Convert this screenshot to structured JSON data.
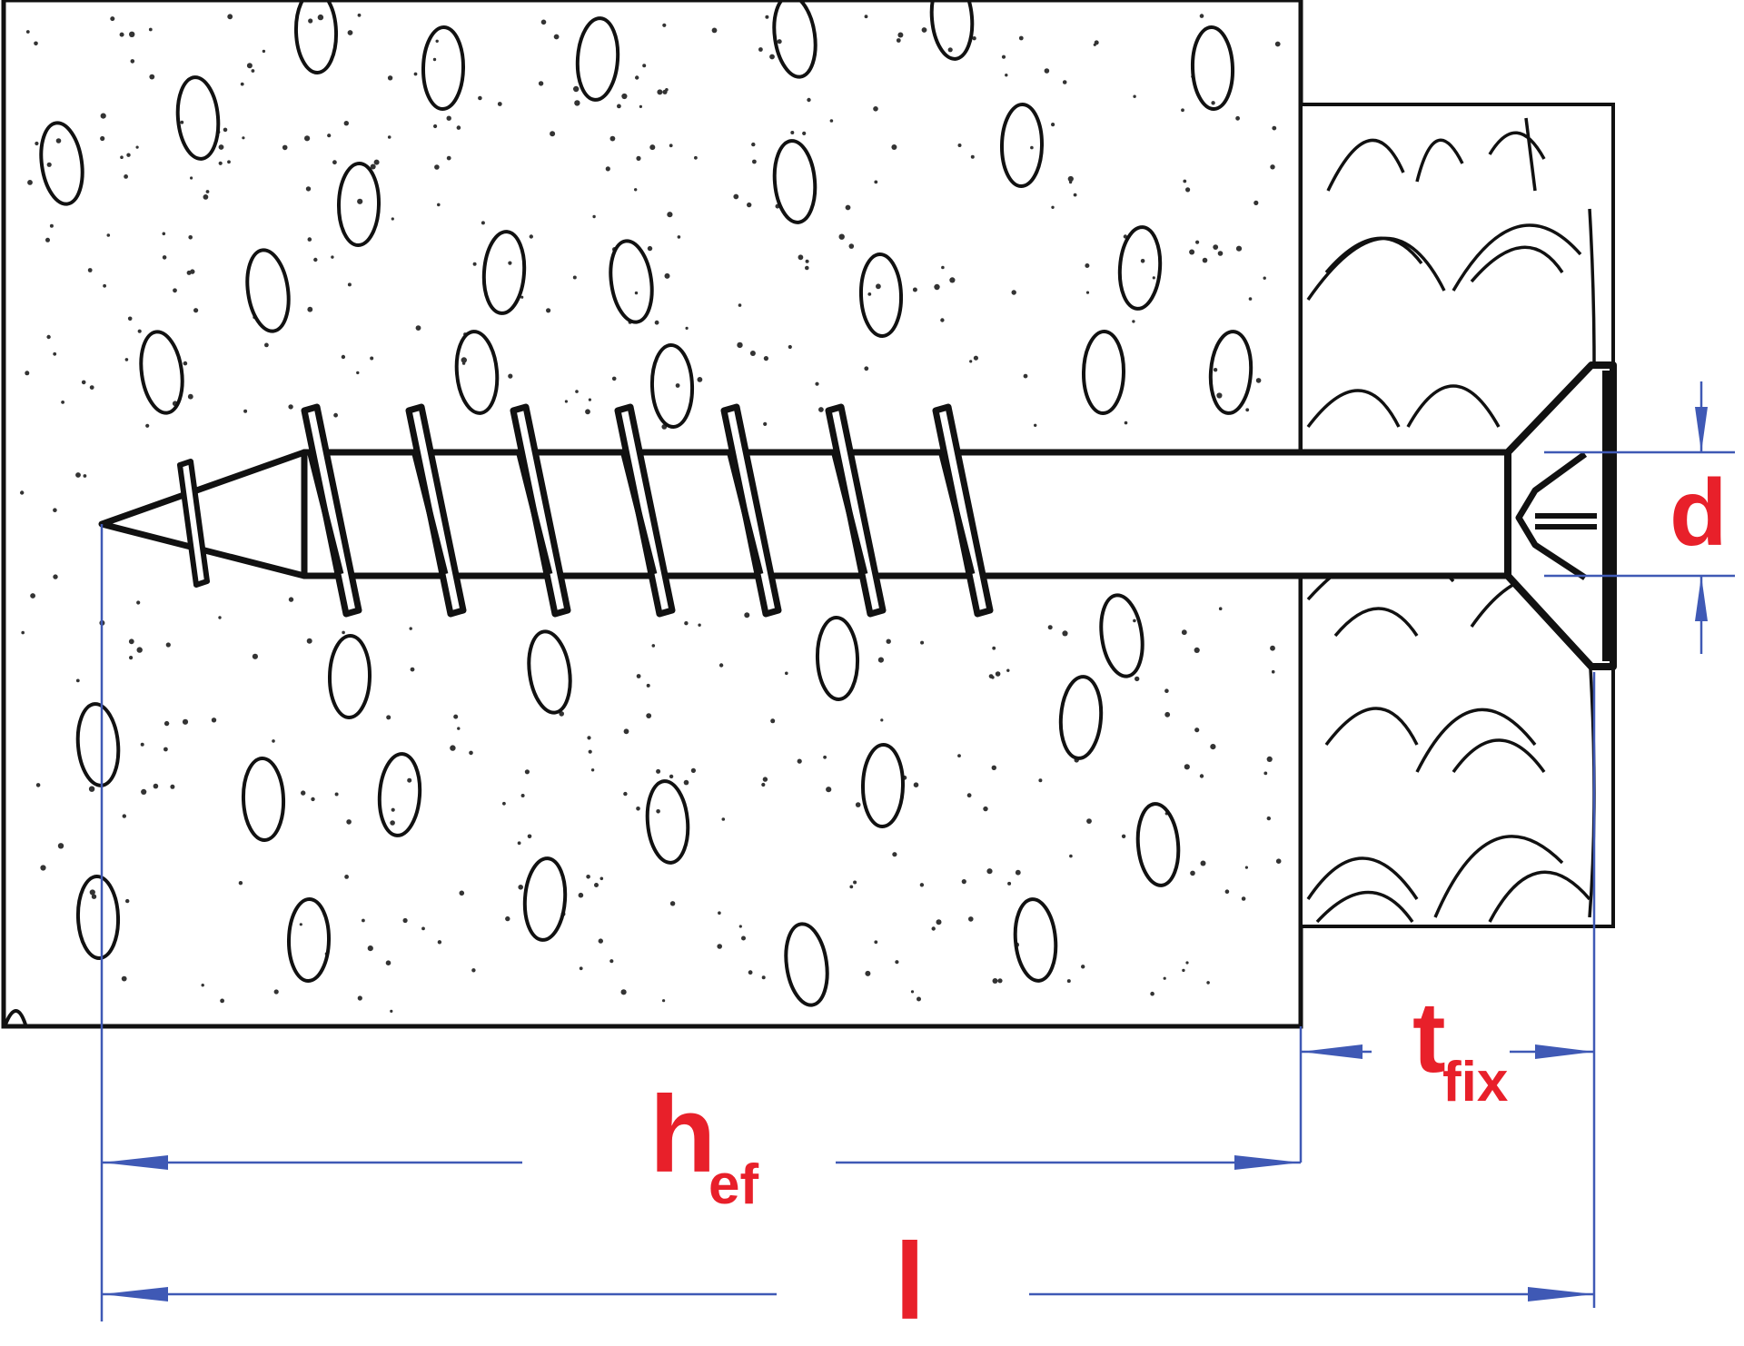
{
  "labels": {
    "d": "d",
    "t": "t",
    "t_sub": "fix",
    "h": "h",
    "h_sub": "ef",
    "l": "l"
  },
  "colors": {
    "label": "#e8202a",
    "dimension": "#3f59b5",
    "stroke": "#111111",
    "background": "#ffffff"
  }
}
